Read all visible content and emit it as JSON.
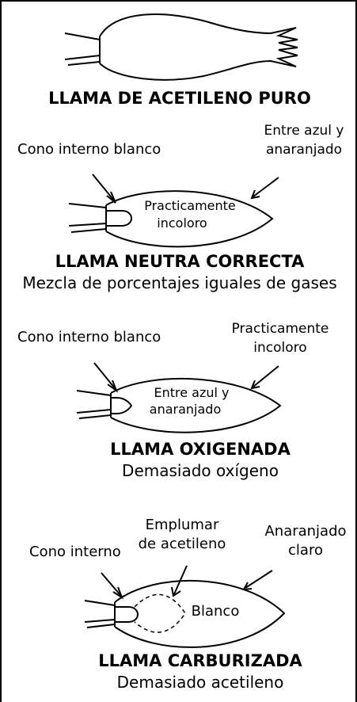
{
  "flames": [
    {
      "heading": "LLAMA DE ACETILENO PURO"
    },
    {
      "heading": "LLAMA NEUTRA CORRECTA",
      "subheading": "Mezcla de porcentajes iguales de gases",
      "label_left": "Cono interno blanco",
      "label_right_1": "Entre azul y",
      "label_right_2": "anaranjado",
      "inner_1": "Practicamente",
      "inner_2": "incoloro"
    },
    {
      "heading": "LLAMA OXIGENADA",
      "subheading": "Demasiado oxígeno",
      "label_left": "Cono interno blanco",
      "label_right_1": "Practicamente",
      "label_right_2": "incoloro",
      "inner_1": "Entre azul y",
      "inner_2": "anaranjado"
    },
    {
      "heading": "LLAMA CARBURIZADA",
      "subheading": "Demasiado acetileno",
      "label_left": "Cono interno",
      "label_mid_1": "Emplumar",
      "label_mid_2": "de acetileno",
      "label_right_1": "Anaranjado",
      "label_right_2": "claro",
      "inner_1": "Blanco"
    }
  ]
}
